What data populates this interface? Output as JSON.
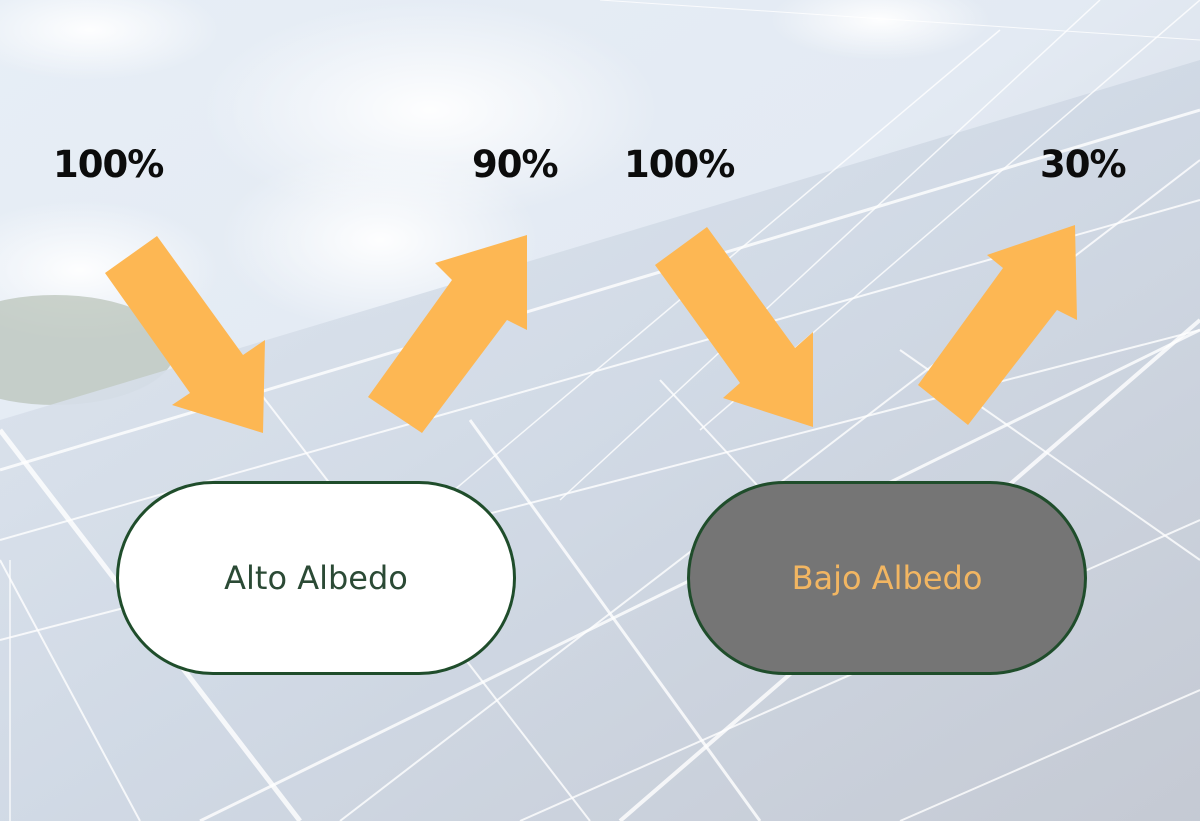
{
  "colors": {
    "arrow": "#fdb753",
    "pill_border": "#1f4d2b",
    "high_albedo_fill": "#ffffff",
    "high_albedo_text": "#2b4a35",
    "low_albedo_fill": "#757575",
    "low_albedo_text": "#f2b662",
    "percent_text": "#0c0c0c"
  },
  "high_albedo": {
    "label": "Alto Albedo",
    "incoming": "100%",
    "reflected": "90%"
  },
  "low_albedo": {
    "label": "Bajo Albedo",
    "incoming": "100%",
    "reflected": "30%"
  },
  "background": {
    "description": "solar-panel-photo-with-sky"
  }
}
